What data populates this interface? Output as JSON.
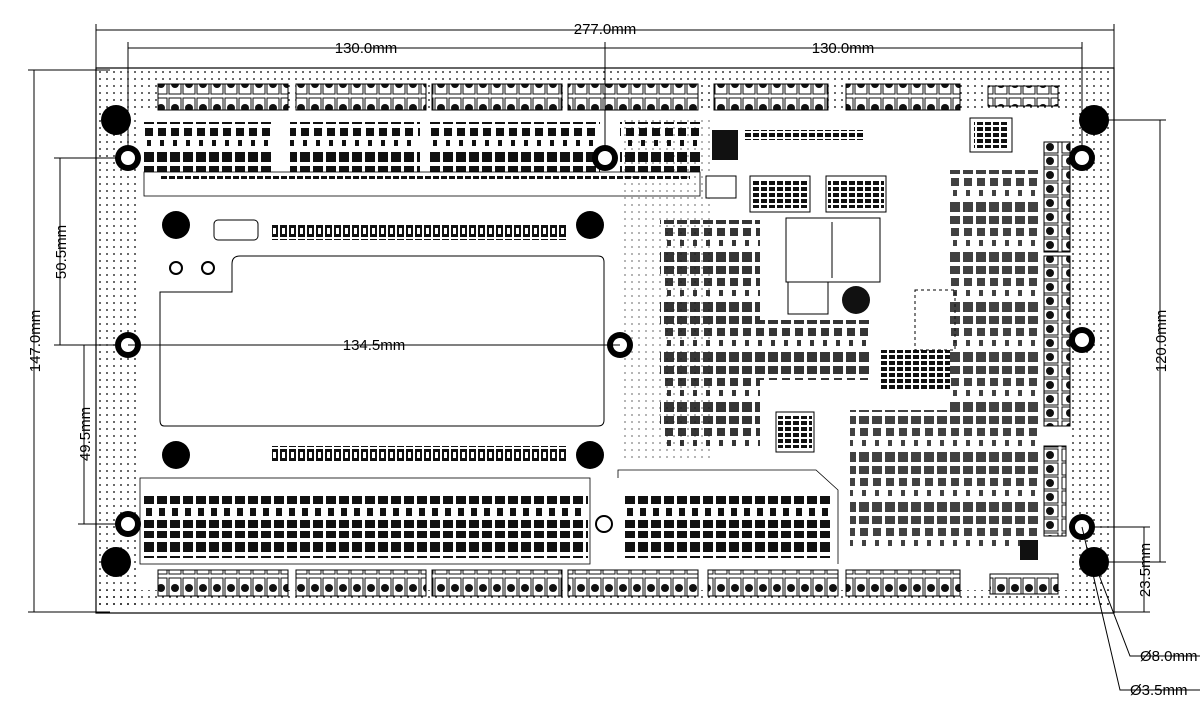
{
  "diagram": {
    "dimensions": {
      "overall_width": "277.0mm",
      "left_hole_span": "130.0mm",
      "right_hole_span": "130.0mm",
      "overall_height": "147.0mm",
      "right_hole_height": "120.0mm",
      "upper_offset": "50.5mm",
      "lower_offset": "49.5mm",
      "center_span": "134.5mm",
      "bottom_offset": "23.5mm",
      "large_hole_diameter": "Ø8.0mm",
      "small_hole_diameter": "Ø3.5mm"
    }
  },
  "colors": {
    "ink": "#000000",
    "board": "#ffffff",
    "component": "#111111"
  }
}
